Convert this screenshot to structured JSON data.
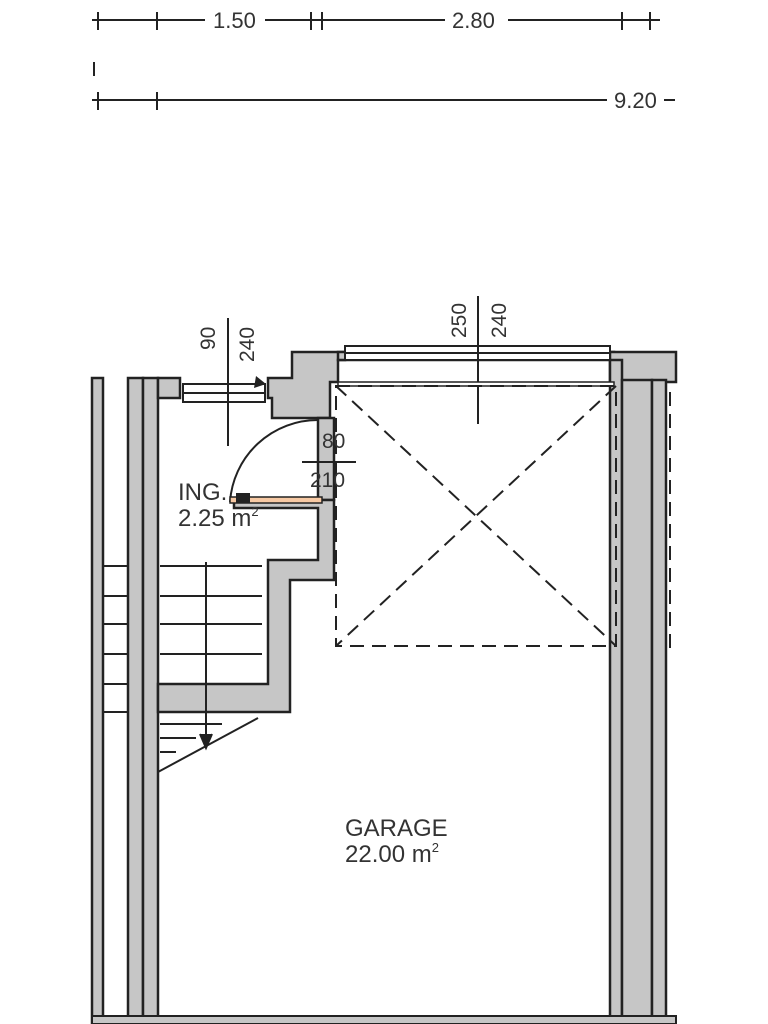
{
  "dimensions": {
    "top_row": [
      "1.50",
      "2.80"
    ],
    "second_row": [
      "9.20"
    ]
  },
  "openings": {
    "entry_window": {
      "sill": "90",
      "height": "240"
    },
    "garage_door": {
      "sill": "250",
      "height": "240"
    },
    "inner_door": {
      "width": "80",
      "height": "210"
    }
  },
  "rooms": [
    {
      "name": "ING.",
      "area": "2.25 m",
      "unit_sup": "2"
    },
    {
      "name": "GARAGE",
      "area": "22.00 m",
      "unit_sup": "2"
    }
  ],
  "colors": {
    "wall_fill": "#c6c6c6",
    "line": "#222222",
    "background": "#ffffff"
  }
}
